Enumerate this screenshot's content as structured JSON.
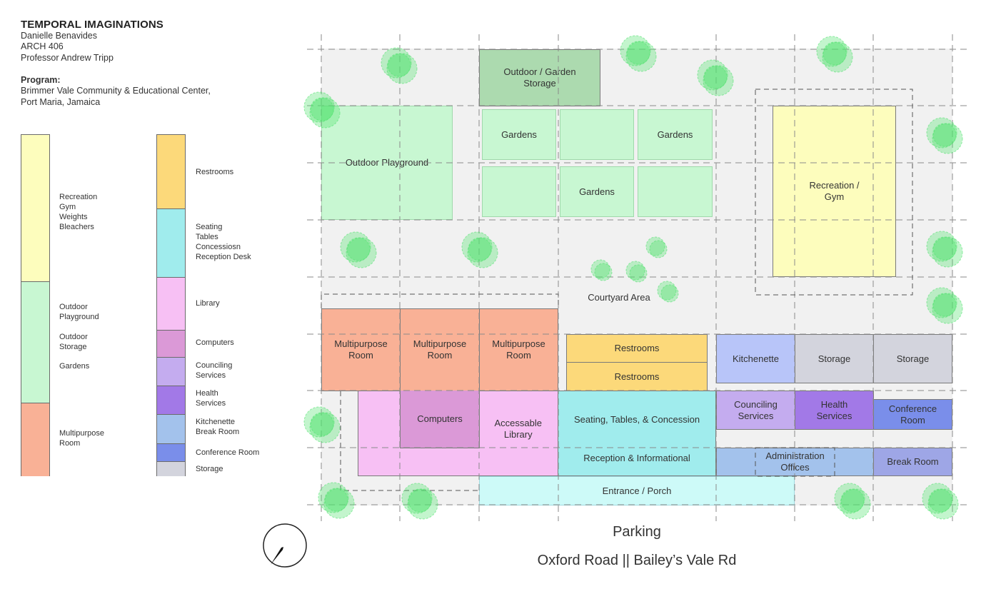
{
  "header": {
    "title": "TEMPORAL IMAGINATIONS",
    "author": "Danielle Benavides",
    "course": "ARCH 406",
    "professor": "Professor Andrew Tripp",
    "program_label": "Program:",
    "program_line1": "Brimmer Vale Community & Educational Center,",
    "program_line2": "Port Maria, Jamaica"
  },
  "legend_left": [
    {
      "label": "Recreation\nGym\nWeights\nBleachers",
      "color": "#fdfdbd"
    },
    {
      "label": "Outdoor\nPlayground",
      "color": "#c8f7d2"
    },
    {
      "label": "Outdoor\nStorage",
      "color": "#c8f7d2"
    },
    {
      "label": "Gardens",
      "color": "#c8f7d2"
    },
    {
      "label": "Multipurpose\nRoom",
      "color": "#f9b196"
    }
  ],
  "legend_right": [
    {
      "label": "Restrooms",
      "color": "#fcd97a"
    },
    {
      "label": "Seating\nTables\nConcessiosn\nReception Desk",
      "color": "#a0eced"
    },
    {
      "label": "Library",
      "color": "#f7c0f4"
    },
    {
      "label": "Computers",
      "color": "#db99d7"
    },
    {
      "label": "Counciling\nServices",
      "color": "#c4acef"
    },
    {
      "label": "Health\nServices",
      "color": "#a279e7"
    },
    {
      "label": "Kitchenette\nBreak Room",
      "color": "#a3c2ec"
    },
    {
      "label": "Conference Room",
      "color": "#7a8eea"
    },
    {
      "label": "Storage",
      "color": "#d3d4dd"
    }
  ],
  "rooms": {
    "outdoor_storage": "Outdoor / Garden\nStorage",
    "outdoor_playground": "Outdoor Playground",
    "gardens_1": "Gardens",
    "gardens_2": "Gardens",
    "gardens_3": "Gardens",
    "recreation_gym": "Recreation /\nGym",
    "courtyard": "Courtyard Area",
    "multipurpose_1": "Multipurpose\nRoom",
    "multipurpose_2": "Multipurpose\nRoom",
    "multipurpose_3": "Multipurpose\nRoom",
    "restrooms_1": "Restrooms",
    "restrooms_2": "Restrooms",
    "kitchenette": "Kitchenette",
    "storage_1": "Storage",
    "storage_2": "Storage",
    "computers": "Computers",
    "library": "Accessable\nLibrary",
    "seating": "Seating, Tables, & Concession",
    "reception": "Reception & Informational",
    "counciling": "Counciling\nServices",
    "health": "Health\nServices",
    "conference": "Conference\nRoom",
    "administration": "Administration\nOffices",
    "break_room": "Break Room",
    "entrance": "Entrance / Porch"
  },
  "site": {
    "parking": "Parking",
    "road": "Oxford Road || Bailey’s Vale Rd"
  },
  "colors": {
    "site_ground": "#f1f1f1",
    "tree": "#52e36f"
  }
}
